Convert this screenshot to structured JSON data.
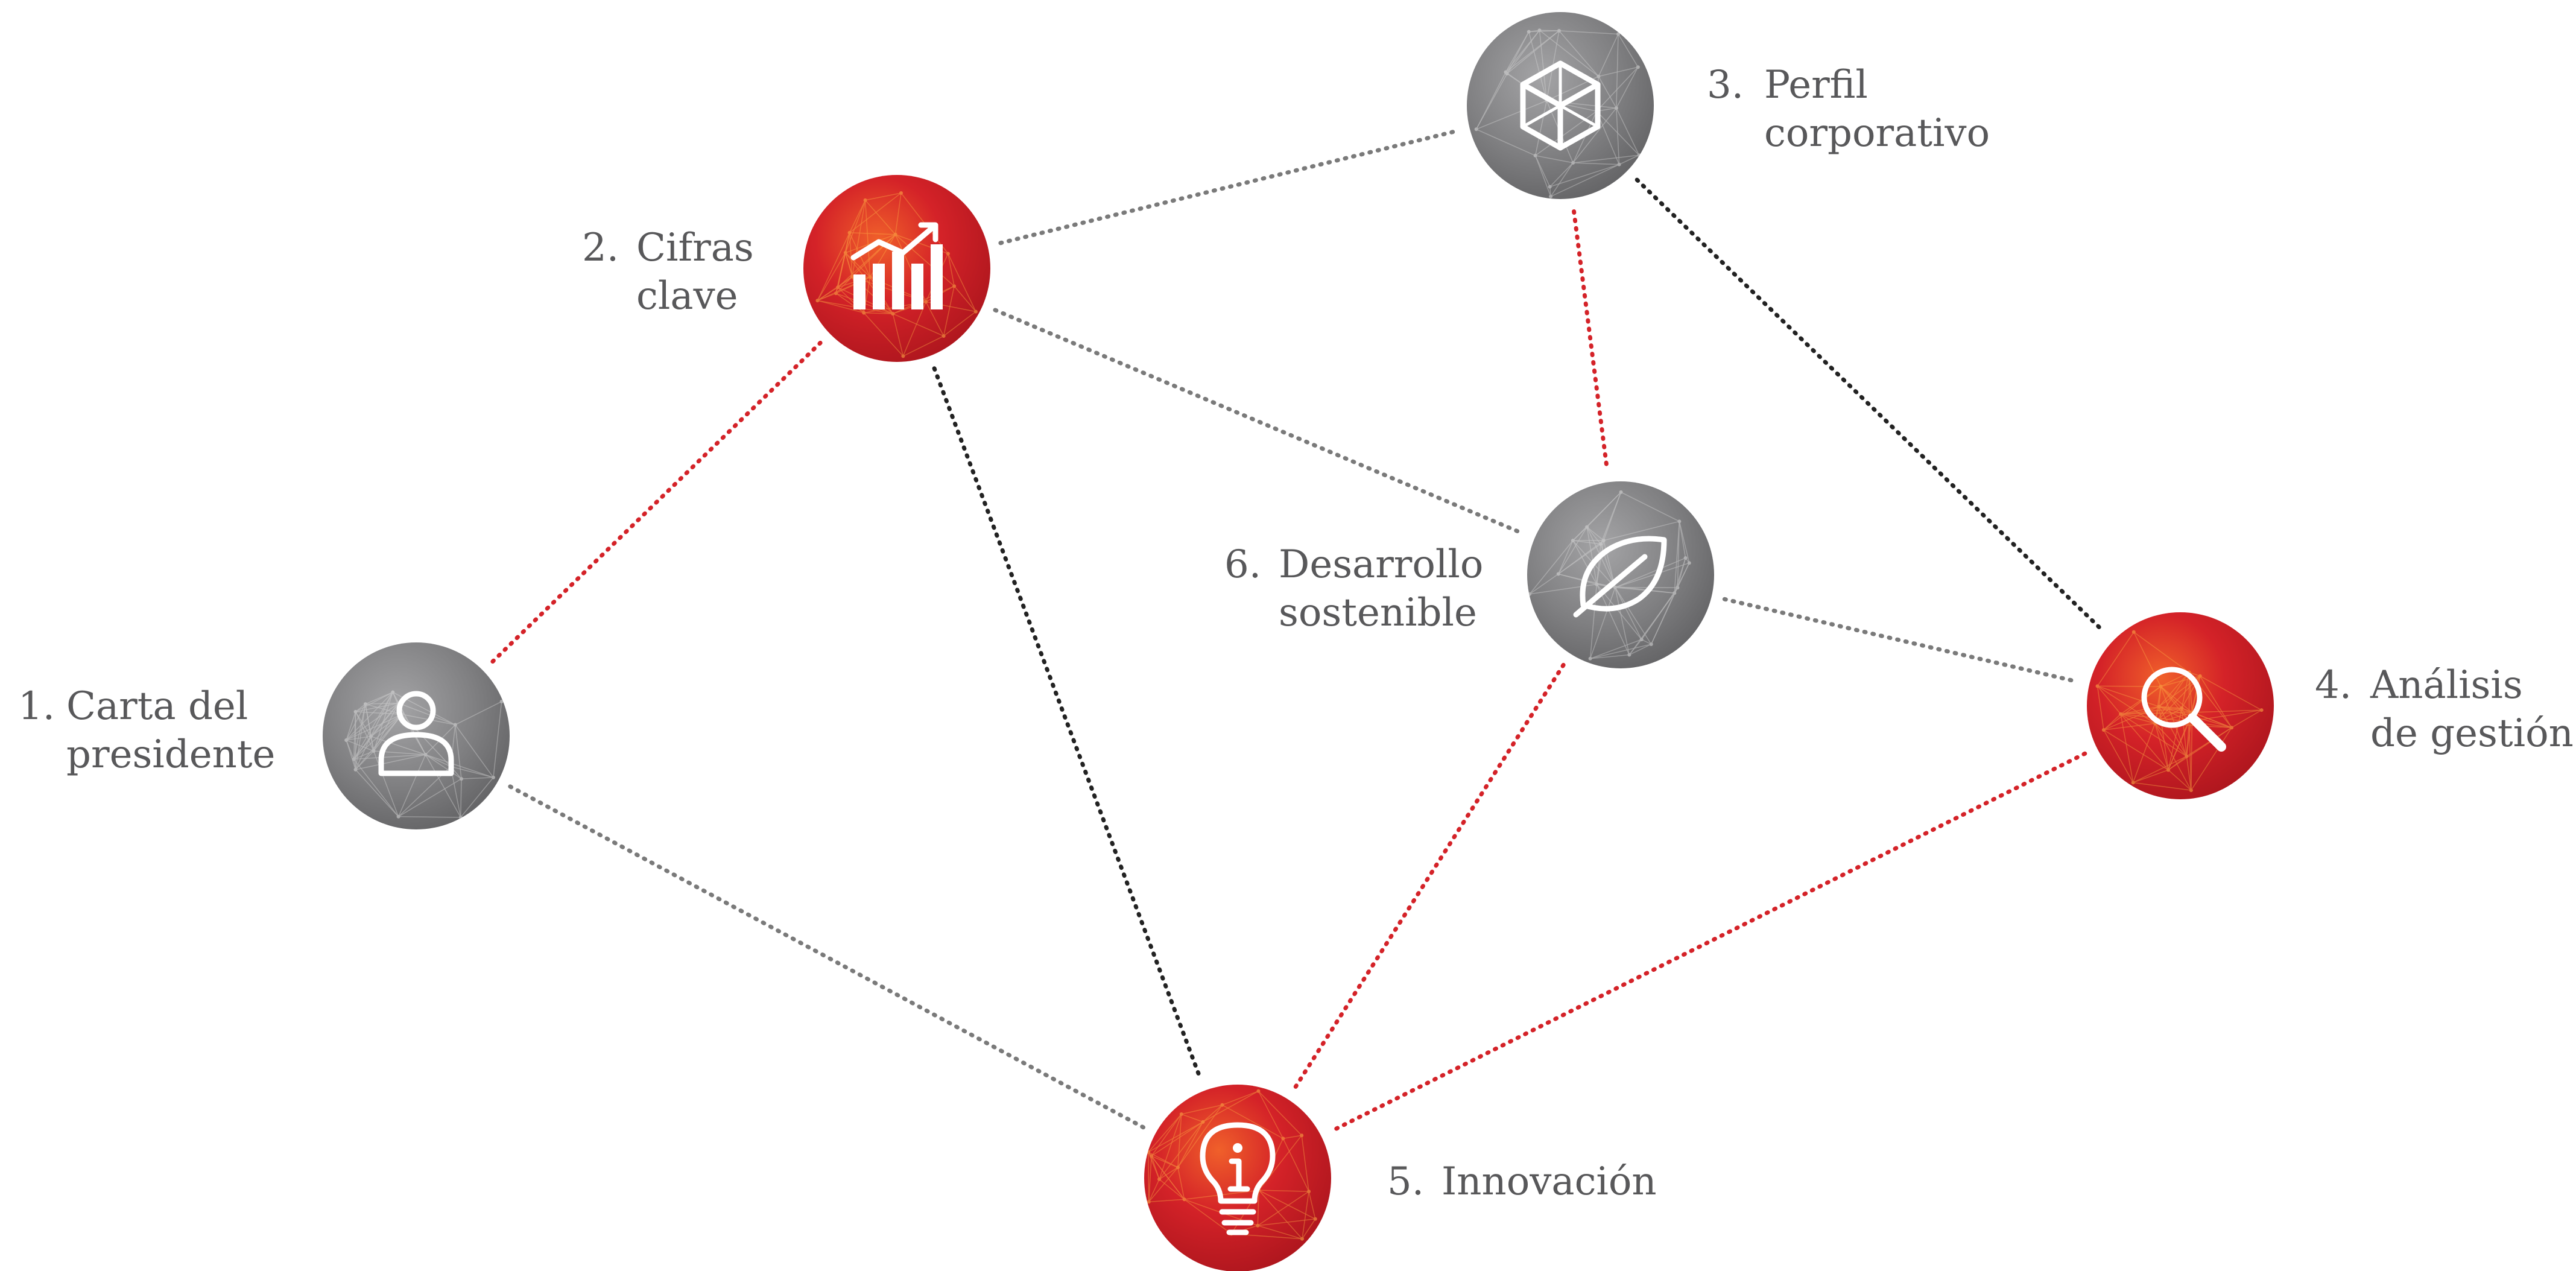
{
  "colors": {
    "red": "#d42228",
    "red_dark": "#b0141d",
    "gray": "#8a8a8c",
    "gray_dark": "#6a6a6c",
    "line_red": "#d42228",
    "line_gray": "#7a7a7a",
    "line_black": "#222222",
    "text": "#58585a"
  },
  "nodes": [
    {
      "id": "n1",
      "number": "1.",
      "line1": "Carta del",
      "line2": "presidente",
      "color": "gray",
      "icon": "person-icon"
    },
    {
      "id": "n2",
      "number": "2.",
      "line1": "Cifras",
      "line2": "clave",
      "color": "red",
      "icon": "bar-chart-icon"
    },
    {
      "id": "n3",
      "number": "3.",
      "line1": "Perfil",
      "line2": "corporativo",
      "color": "gray",
      "icon": "cube-icon"
    },
    {
      "id": "n4",
      "number": "4.",
      "line1": "Análisis",
      "line2": "de gestión",
      "color": "red",
      "icon": "magnifier-icon"
    },
    {
      "id": "n5",
      "number": "5.",
      "line1": "Innovación",
      "line2": "",
      "color": "red",
      "icon": "lightbulb-icon"
    },
    {
      "id": "n6",
      "number": "6.",
      "line1": "Desarrollo",
      "line2": "sostenible",
      "color": "gray",
      "icon": "leaf-icon"
    }
  ],
  "edges": [
    {
      "from": "n1",
      "to": "n2",
      "style": "red"
    },
    {
      "from": "n1",
      "to": "n5",
      "style": "gray"
    },
    {
      "from": "n2",
      "to": "n3",
      "style": "gray"
    },
    {
      "from": "n2",
      "to": "n6",
      "style": "gray"
    },
    {
      "from": "n2",
      "to": "n5",
      "style": "black"
    },
    {
      "from": "n3",
      "to": "n6",
      "style": "red"
    },
    {
      "from": "n3",
      "to": "n4",
      "style": "black"
    },
    {
      "from": "n6",
      "to": "n4",
      "style": "gray"
    },
    {
      "from": "n6",
      "to": "n5",
      "style": "red"
    },
    {
      "from": "n4",
      "to": "n5",
      "style": "red"
    }
  ]
}
